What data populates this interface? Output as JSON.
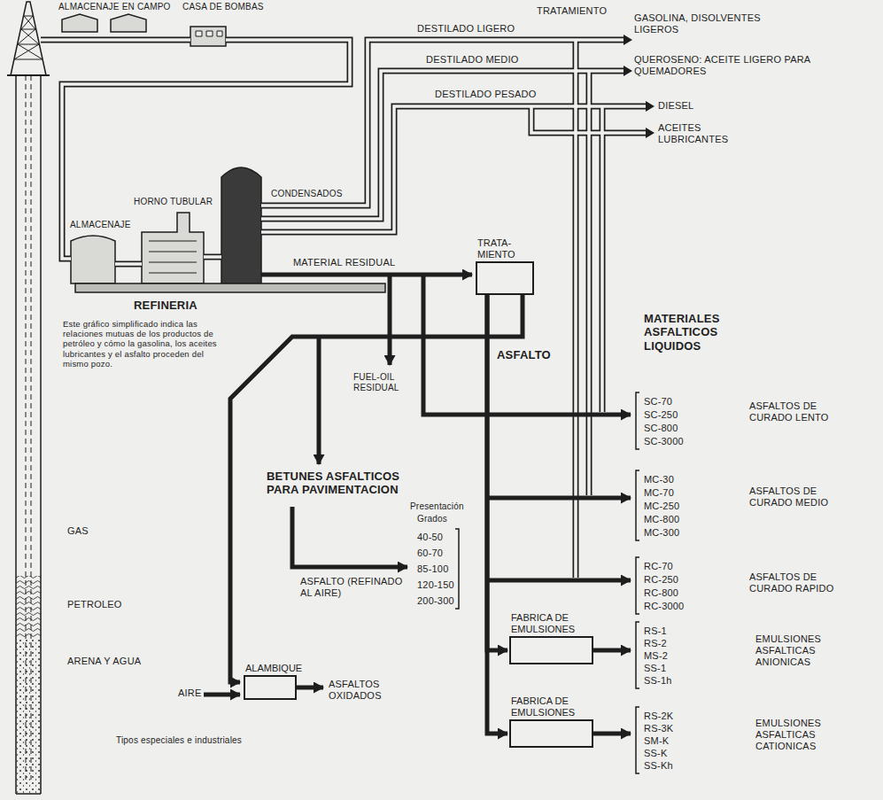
{
  "diagram": {
    "nodes": [
      {
        "text": [
          "TRATA- MIENTO"
        ]
      },
      {
        "text": [
          "FABRICA DE EMULSIONES"
        ]
      },
      {
        "text": [
          "FABRICA DE EMULSIONES"
        ]
      },
      {
        "text": [
          "ALAMBIQUE"
        ]
      }
    ],
    "edges": [
      {
        "from": 0,
        "to": 1,
        "arrow": "to"
      },
      {
        "from": 0,
        "to": 2,
        "arrow": "to"
      }
    ],
    "labels": [
      "ALMACENAJE EN CAMPO",
      "CASA DE BOMBAS",
      "DESTILADO LIGERO",
      "TRATAMIENTO",
      "GASOLINA, DISOLVENTES LIGEROS",
      "DESTILADO MEDIO",
      "QUEROSENO: ACEITE LIGERO PARA QUEMADORES",
      "DESTILADO PESADO",
      "DIESEL",
      "ACEITES LUBRICANTES",
      "HORNO TUBULAR",
      "CONDENSADOS",
      "ALMACENAJE",
      "MATERIAL RESIDUAL",
      "REFINERIA",
      "Este gráfico simplificado indica las relaciones mutuas de los productos de petróleo y cómo la gasolina, los aceites lubricantes y el asfalto proceden del mismo pozo.",
      "ASFALTO",
      "MATERIALES ASFALTICOS LIQUIDOS",
      "FUEL-OIL RESIDUAL",
      "SC-70",
      "SC-250",
      "SC-800",
      "SC-3000",
      "ASFALTOS DE CURADO LENTO",
      "MC-30",
      "MC-70",
      "MC-250",
      "MC-800",
      "MC-300",
      "ASFALTOS DE CURADO MEDIO",
      "BETUNES ASFALTICOS PARA PAVIMENTACION",
      "Presentación",
      "Grados",
      "40-50",
      "60-70",
      "85-100",
      "120-150",
      "200-300",
      "ASFALTO (REFINADO AL AIRE)",
      "RC-70",
      "RC-250",
      "RC-800",
      "RC-3000",
      "ASFALTOS DE CURADO RAPIDO",
      "GAS",
      "PETROLEO",
      "ARENA Y AGUA",
      "AIRE",
      "ASFALTOS OXIDADOS",
      "RS-1",
      "RS-2",
      "MS-2",
      "SS-1",
      "SS-1h",
      "EMULSIONES ASFALTICAS ANIONICAS",
      "Tipos especiales e industriales",
      "RS-2K",
      "RS-3K",
      "SM-K",
      "SS-K",
      "SS-Kh",
      "EMULSIONES ASFALTICAS CATIONICAS"
    ]
  }
}
